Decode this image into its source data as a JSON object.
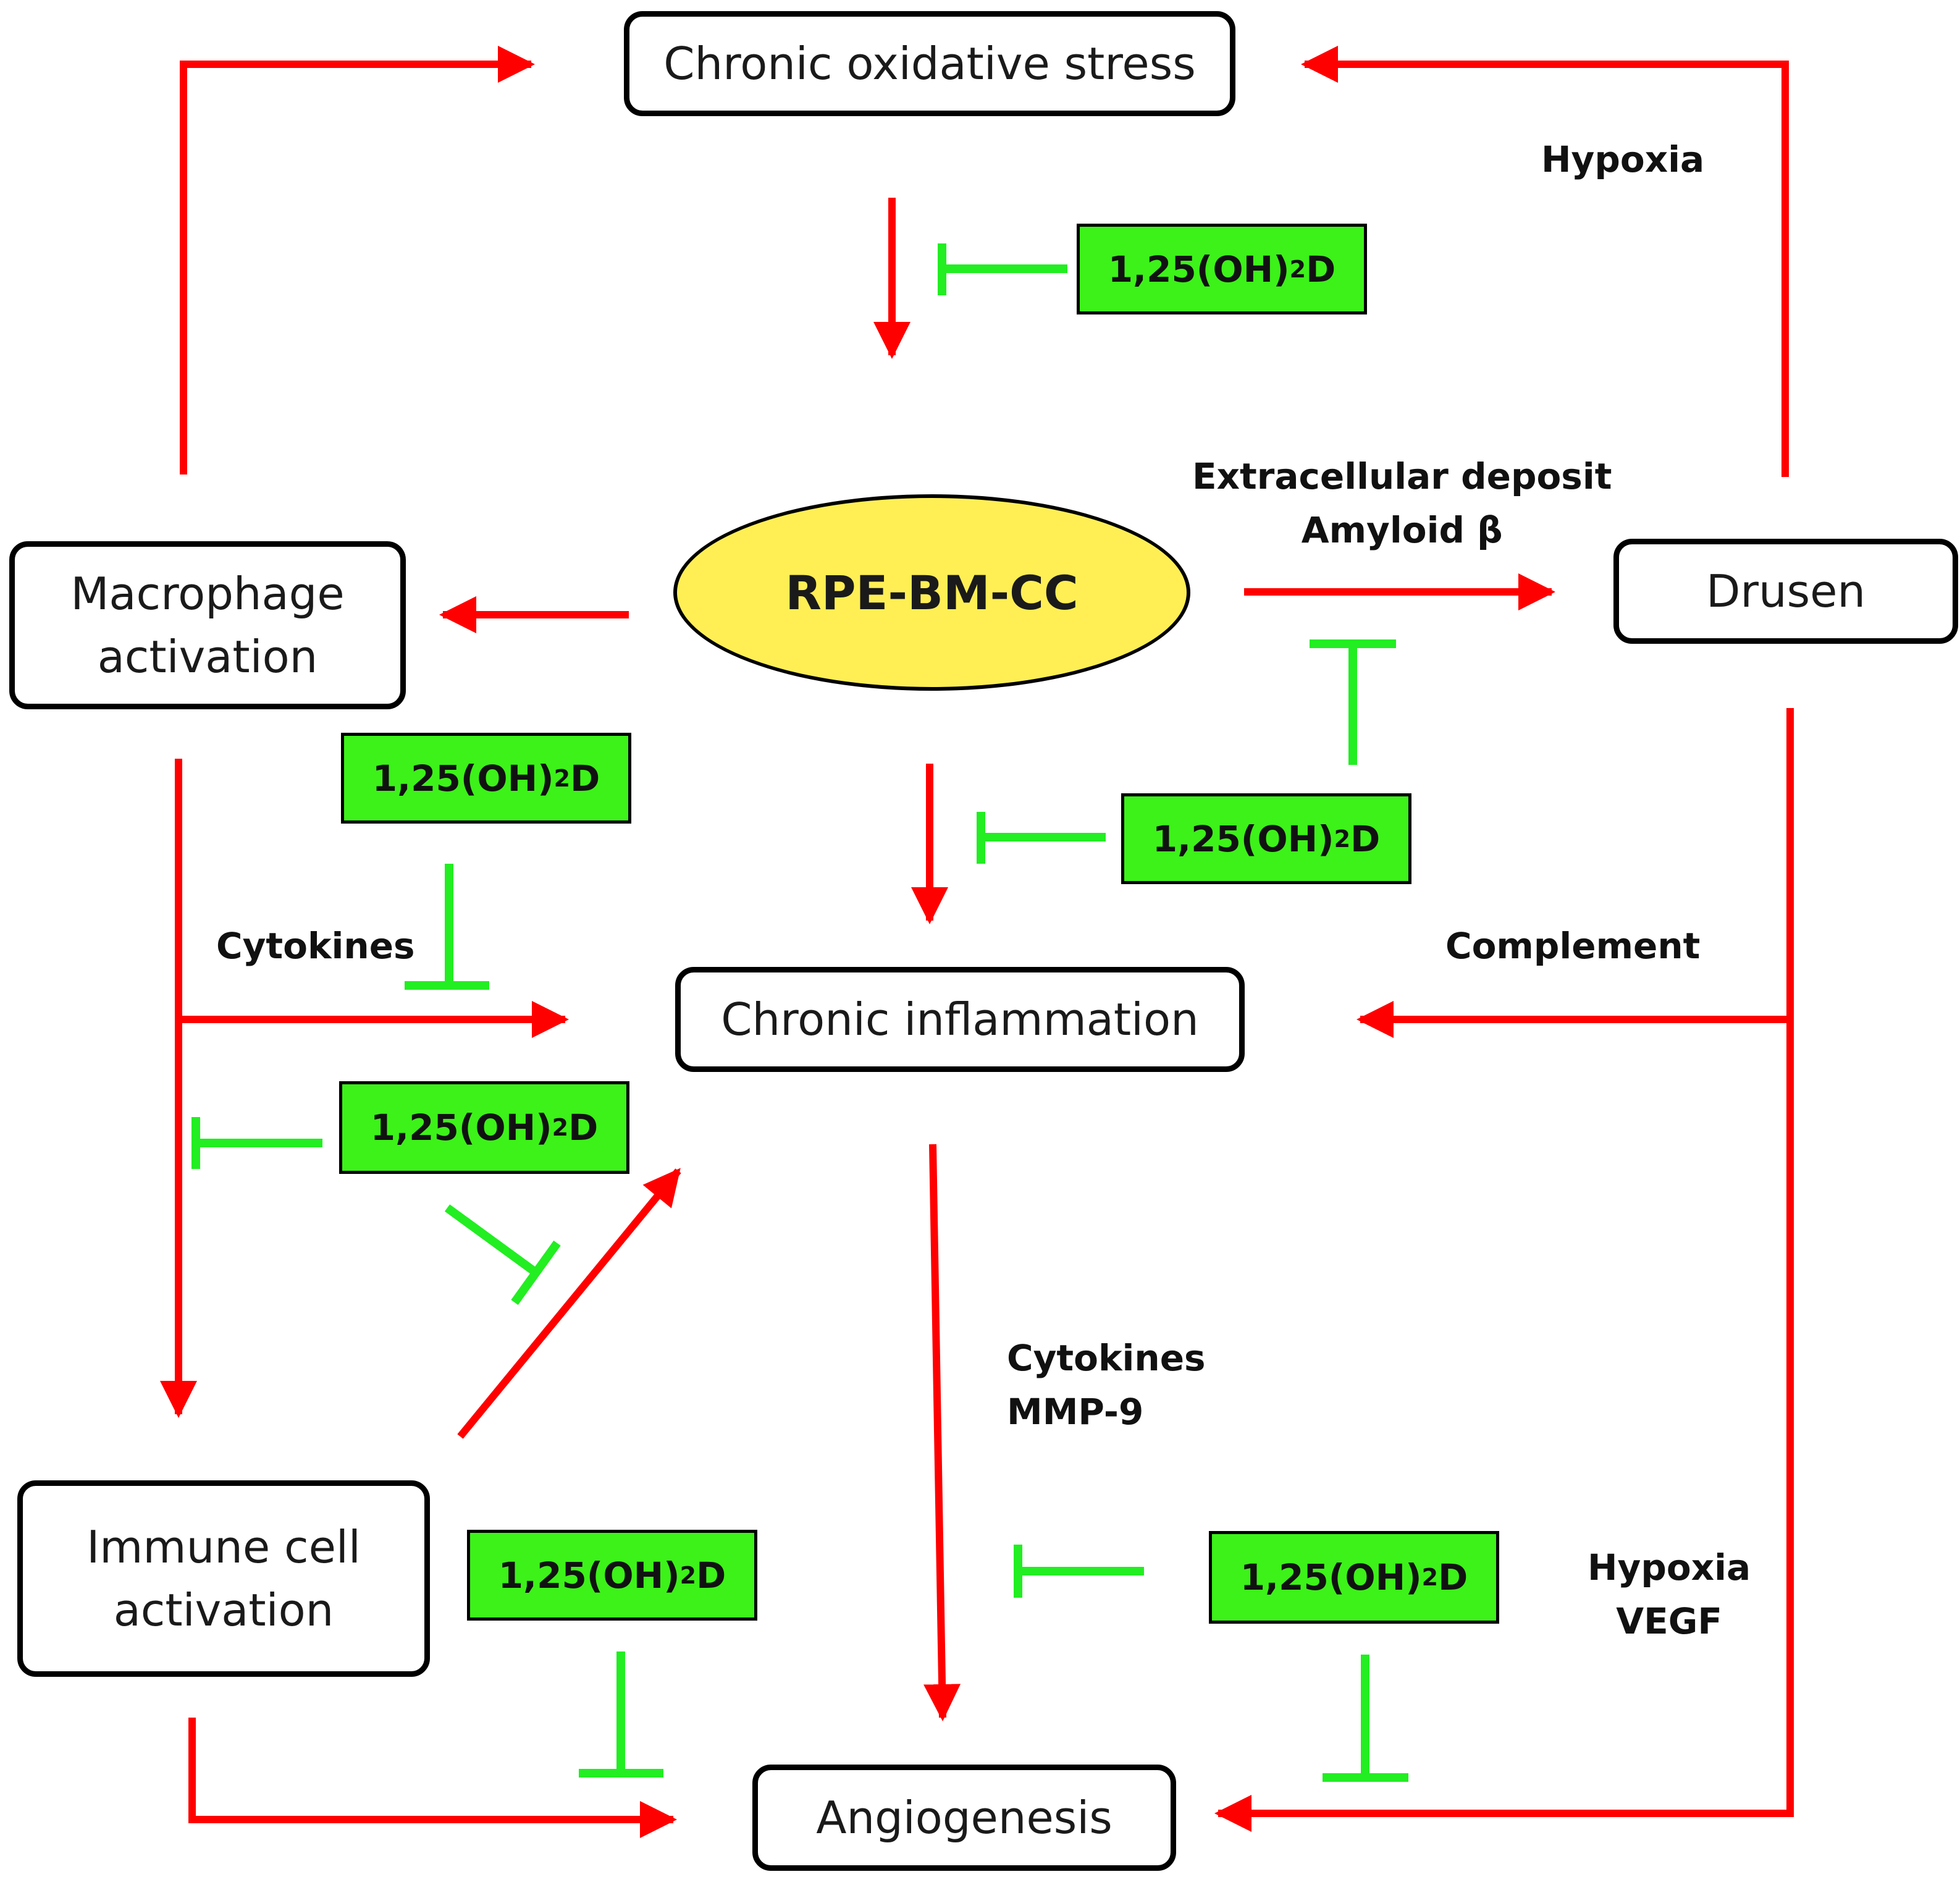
{
  "colors": {
    "activate": "#ff0000",
    "inhibit": "#22ee22",
    "vitamin_box": "#3cf219",
    "center_fill": "#ffef55"
  },
  "nodes": {
    "oxidative_stress": "Chronic oxidative stress",
    "center": "RPE-BM-CC",
    "macrophage_l1": "Macrophage",
    "macrophage_l2": "activation",
    "drusen": "Drusen",
    "inflammation": "Chronic inflammation",
    "immune_l1": "Immune cell",
    "immune_l2": "activation",
    "angiogenesis": "Angiogenesis"
  },
  "vitamin_d": {
    "base": "1,25(OH)",
    "sub": "2",
    "suffix": "D"
  },
  "labels": {
    "hypoxia_top": "Hypoxia",
    "deposit_l1": "Extracellular deposit",
    "deposit_l2": "Amyloid β",
    "cytokines_left": "Cytokines",
    "complement": "Complement",
    "cyto_mmp_l1": "Cytokines",
    "cyto_mmp_l2": "MMP-9",
    "hypoxia_vegf_l1": "Hypoxia",
    "hypoxia_vegf_l2": "VEGF"
  }
}
